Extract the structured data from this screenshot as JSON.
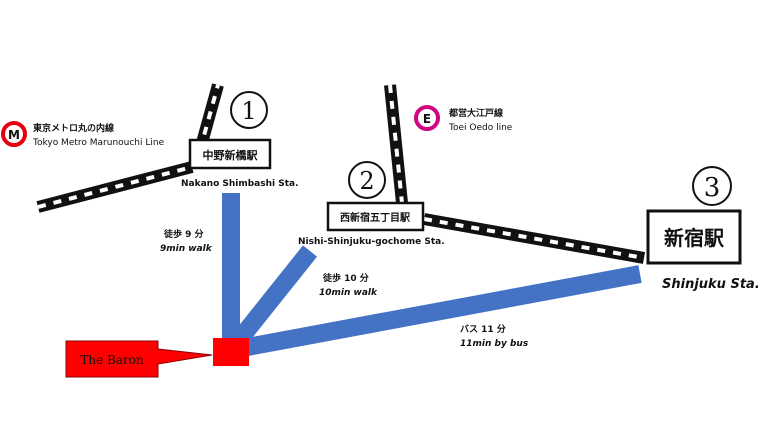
{
  "stations": [
    {
      "marker": "1",
      "name_jp": "中野新橋駅",
      "name_en": "Nakano Shimbashi Sta."
    },
    {
      "marker": "2",
      "name_jp": "西新宿五丁目駅",
      "name_en": "Nishi-Shinjuku-gochome Sta."
    },
    {
      "marker": "3",
      "name_jp": "新宿駅",
      "name_en": "Shinjuku Sta."
    }
  ],
  "lines": {
    "marunouchi": {
      "icon": "M",
      "name_jp": "東京メトロ丸の内線",
      "name_en": "Tokyo Metro Marunouchi Line",
      "color": "#e60012"
    },
    "oedo": {
      "icon": "E",
      "name_jp": "都営大江戸線",
      "name_en": "Toei Oedo line",
      "color": "#cf0581"
    }
  },
  "routes": [
    {
      "jp": "徒歩 9 分",
      "en": "9min walk"
    },
    {
      "jp": "徒歩 10 分",
      "en": "10min walk"
    },
    {
      "jp": "バス 11 分",
      "en": "11min by bus"
    }
  ],
  "destination": {
    "label": "The Baron",
    "color": "#ff0000"
  },
  "colors": {
    "route": "#4472c4",
    "rail": "#111111",
    "destination": "#ff0000"
  }
}
